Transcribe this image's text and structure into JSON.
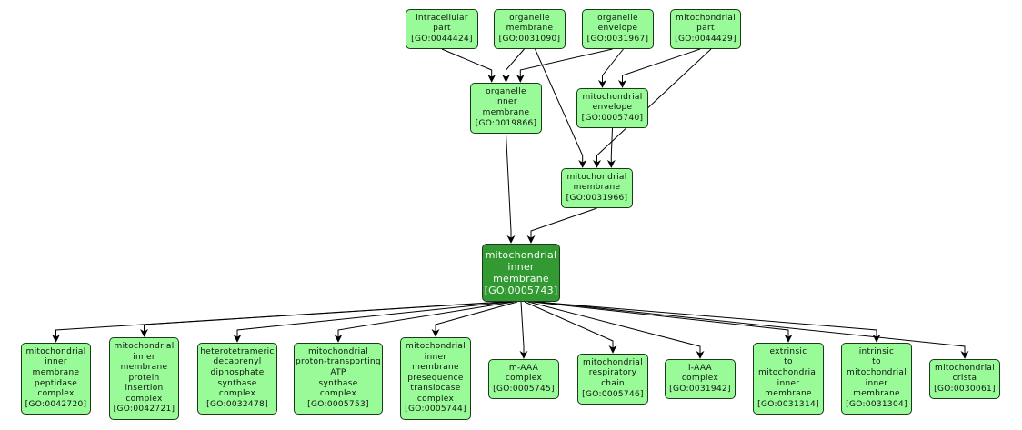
{
  "title": "GO term ancestry graph for mitochondrial inner membrane",
  "colors": {
    "term": "#98fb98",
    "focus": "#339933",
    "edge": "#000000"
  },
  "nodes": {
    "n0044424": {
      "lines": [
        "intracellular",
        "part",
        "[GO:0044424]"
      ]
    },
    "n0031090": {
      "lines": [
        "organelle",
        "membrane",
        "[GO:0031090]"
      ]
    },
    "n0031967": {
      "lines": [
        "organelle",
        "envelope",
        "[GO:0031967]"
      ]
    },
    "n0044429": {
      "lines": [
        "mitochondrial",
        "part",
        "[GO:0044429]"
      ]
    },
    "n0019866": {
      "lines": [
        "organelle",
        "inner",
        "membrane",
        "[GO:0019866]"
      ]
    },
    "n0005740": {
      "lines": [
        "mitochondrial",
        "envelope",
        "[GO:0005740]"
      ]
    },
    "n0031966": {
      "lines": [
        "mitochondrial",
        "membrane",
        "[GO:0031966]"
      ]
    },
    "n0005743": {
      "lines": [
        "mitochondrial",
        "inner",
        "membrane",
        "[GO:0005743]"
      ]
    },
    "n0042720": {
      "lines": [
        "mitochondrial",
        "inner",
        "membrane",
        "peptidase",
        "complex",
        "[GO:0042720]"
      ]
    },
    "n0042721": {
      "lines": [
        "mitochondrial",
        "inner",
        "membrane",
        "protein",
        "insertion",
        "complex",
        "[GO:0042721]"
      ]
    },
    "n0032478": {
      "lines": [
        "heterotetrameric",
        "decaprenyl",
        "diphosphate",
        "synthase",
        "complex",
        "[GO:0032478]"
      ]
    },
    "n0005753": {
      "lines": [
        "mitochondrial",
        "proton-transporting",
        "ATP",
        "synthase",
        "complex",
        "[GO:0005753]"
      ]
    },
    "n0005744": {
      "lines": [
        "mitochondrial",
        "inner",
        "membrane",
        "presequence",
        "translocase",
        "complex",
        "[GO:0005744]"
      ]
    },
    "n0005745": {
      "lines": [
        "m-AAA",
        "complex",
        "[GO:0005745]"
      ]
    },
    "n0005746": {
      "lines": [
        "mitochondrial",
        "respiratory",
        "chain",
        "[GO:0005746]"
      ]
    },
    "n0031942": {
      "lines": [
        "i-AAA",
        "complex",
        "[GO:0031942]"
      ]
    },
    "n0031314": {
      "lines": [
        "extrinsic",
        "to",
        "mitochondrial",
        "inner",
        "membrane",
        "[GO:0031314]"
      ]
    },
    "n0031304": {
      "lines": [
        "intrinsic",
        "to",
        "mitochondrial",
        "inner",
        "membrane",
        "[GO:0031304]"
      ]
    },
    "n0030061": {
      "lines": [
        "mitochondrial",
        "crista",
        "[GO:0030061]"
      ]
    }
  },
  "edges": [
    [
      "n0044424",
      "n0019866"
    ],
    [
      "n0031090",
      "n0019866"
    ],
    [
      "n0031967",
      "n0019866"
    ],
    [
      "n0031090",
      "n0031966"
    ],
    [
      "n0031967",
      "n0005740"
    ],
    [
      "n0044429",
      "n0005740"
    ],
    [
      "n0044429",
      "n0031966"
    ],
    [
      "n0005740",
      "n0031966"
    ],
    [
      "n0019866",
      "n0005743"
    ],
    [
      "n0031966",
      "n0005743"
    ],
    [
      "n0005743",
      "n0042720"
    ],
    [
      "n0005743",
      "n0042721"
    ],
    [
      "n0005743",
      "n0032478"
    ],
    [
      "n0005743",
      "n0005753"
    ],
    [
      "n0005743",
      "n0005744"
    ],
    [
      "n0005743",
      "n0005745"
    ],
    [
      "n0005743",
      "n0005746"
    ],
    [
      "n0005743",
      "n0031942"
    ],
    [
      "n0005743",
      "n0031314"
    ],
    [
      "n0005743",
      "n0031304"
    ],
    [
      "n0005743",
      "n0030061"
    ]
  ]
}
